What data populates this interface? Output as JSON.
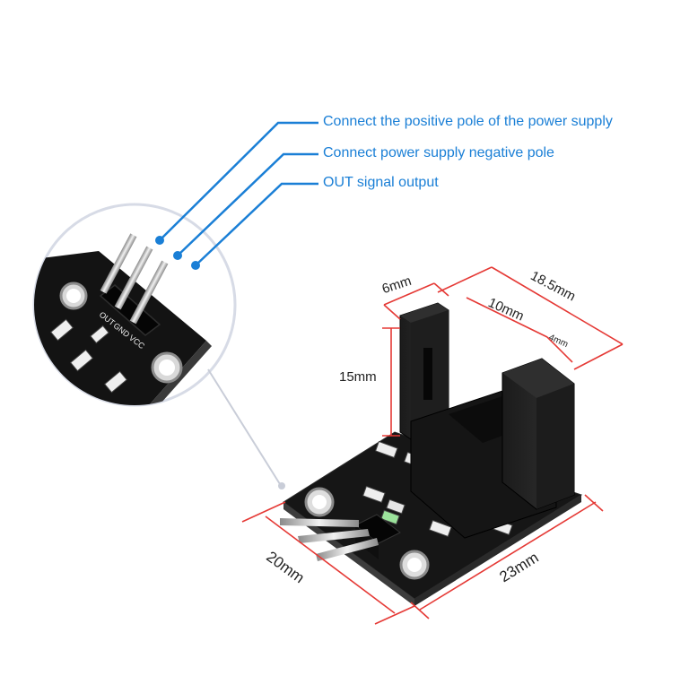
{
  "callouts": [
    {
      "text": "Connect the positive pole of the power supply"
    },
    {
      "text": "Connect power supply negative pole"
    },
    {
      "text": "OUT signal output"
    }
  ],
  "pin_labels": [
    "OUT",
    "GND",
    "VCC"
  ],
  "dimensions": {
    "top_width": "6mm",
    "slot_gap": "10mm",
    "overall_length": "18.5mm",
    "wall": "4mm",
    "height": "15mm",
    "board_width": "20mm",
    "board_length": "23mm"
  },
  "colors": {
    "callout": "#1a7fd6",
    "dimension_line": "#e53935",
    "board": "#111111",
    "pins": "#c9c9c9"
  }
}
